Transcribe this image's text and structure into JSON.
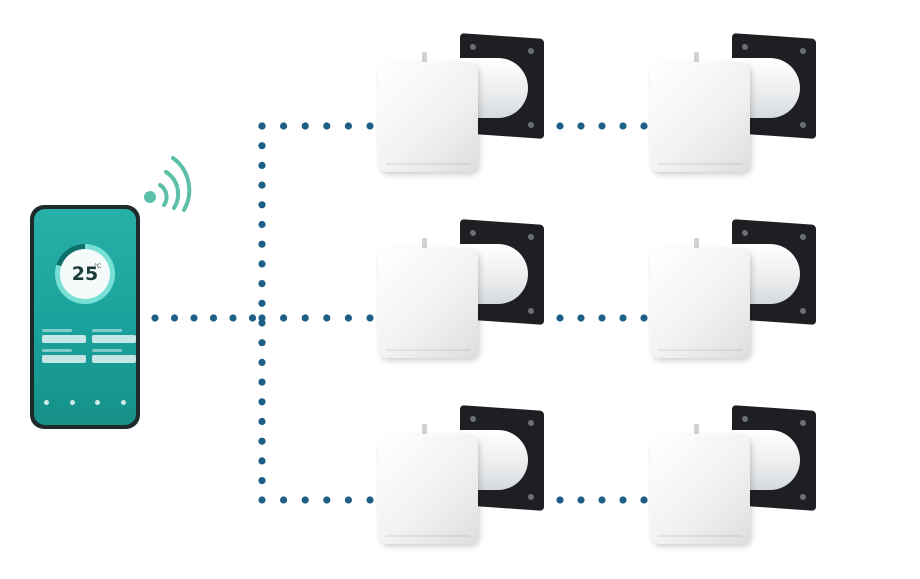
{
  "phone": {
    "temperature": "25",
    "temperature_unit": "°C"
  },
  "colors": {
    "connector_dots": "#1d5f86",
    "wifi_waves": "#5cc0a8",
    "phone_screen": "#1aa59e"
  },
  "icons": {
    "wireless": "wifi-signal-icon",
    "unit": "ventilation-unit-icon"
  },
  "units": [
    {
      "row": 1,
      "col": 1
    },
    {
      "row": 1,
      "col": 2
    },
    {
      "row": 2,
      "col": 1
    },
    {
      "row": 2,
      "col": 2
    },
    {
      "row": 3,
      "col": 1
    },
    {
      "row": 3,
      "col": 2
    }
  ]
}
